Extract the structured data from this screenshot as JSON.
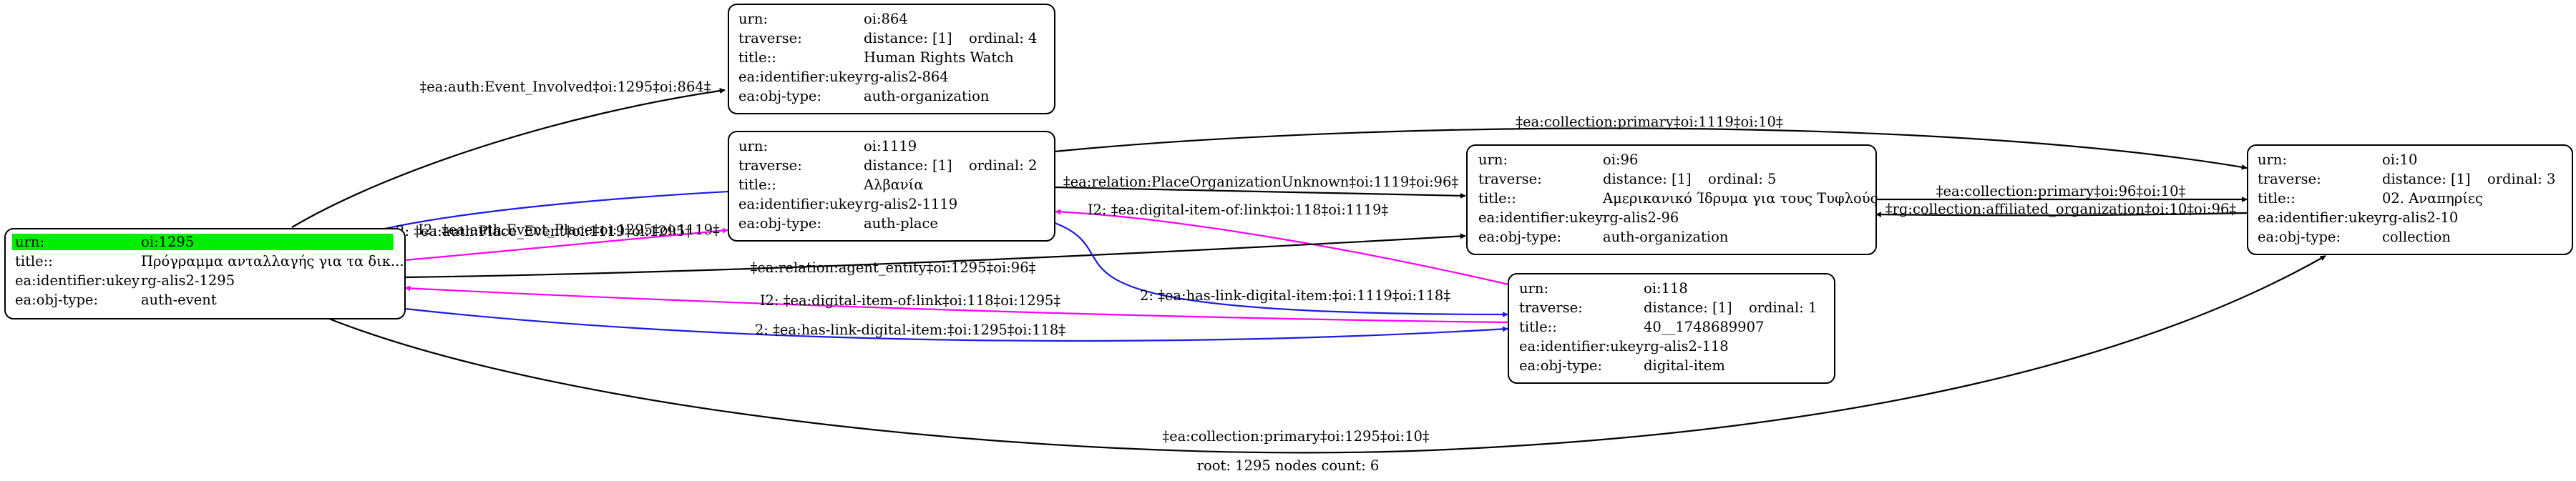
{
  "colors": {
    "black": "#000000",
    "blue": "#1a1ae6",
    "magenta": "#ff00ff",
    "highlight": "#00ee00"
  },
  "nodes": {
    "n1295": {
      "rows": [
        {
          "key": "urn:",
          "value": "oi:1295"
        },
        {
          "key": "title::",
          "value": "Πρόγραμμα ανταλλαγής για τα δικ..."
        },
        {
          "key": "ea:identifier:ukey",
          "value": "rg-alis2-1295"
        },
        {
          "key": "ea:obj-type:",
          "value": "auth-event"
        }
      ]
    },
    "n864": {
      "rows": [
        {
          "key": "urn:",
          "value": "oi:864"
        },
        {
          "key": "traverse:",
          "value": "distance: [1]",
          "extra": "ordinal: 4"
        },
        {
          "key": "title::",
          "value": "Human Rights Watch"
        },
        {
          "key": "ea:identifier:ukey",
          "value": "rg-alis2-864"
        },
        {
          "key": "ea:obj-type:",
          "value": "auth-organization"
        }
      ]
    },
    "n1119": {
      "rows": [
        {
          "key": "urn:",
          "value": "oi:1119"
        },
        {
          "key": "traverse:",
          "value": "distance: [1]",
          "extra": "ordinal: 2"
        },
        {
          "key": "title::",
          "value": "Αλβανία"
        },
        {
          "key": "ea:identifier:ukey",
          "value": "rg-alis2-1119"
        },
        {
          "key": "ea:obj-type:",
          "value": "auth-place"
        }
      ]
    },
    "n96": {
      "rows": [
        {
          "key": "urn:",
          "value": "oi:96"
        },
        {
          "key": "traverse:",
          "value": "distance: [1]",
          "extra": "ordinal: 5"
        },
        {
          "key": "title::",
          "value": "Αμερικανικό Ίδρυμα για τους Τυφλούς"
        },
        {
          "key": "ea:identifier:ukey",
          "value": "rg-alis2-96"
        },
        {
          "key": "ea:obj-type:",
          "value": "auth-organization"
        }
      ]
    },
    "n118": {
      "rows": [
        {
          "key": "urn:",
          "value": "oi:118"
        },
        {
          "key": "traverse:",
          "value": "distance: [1]",
          "extra": "ordinal: 1"
        },
        {
          "key": "title::",
          "value": "40__1748689907"
        },
        {
          "key": "ea:identifier:ukey",
          "value": "rg-alis2-118"
        },
        {
          "key": "ea:obj-type:",
          "value": "digital-item"
        }
      ]
    },
    "n10": {
      "rows": [
        {
          "key": "urn:",
          "value": "oi:10"
        },
        {
          "key": "traverse:",
          "value": "distance: [1]",
          "extra": "ordinal: 3"
        },
        {
          "key": "title::",
          "value": "02. Αναπηρίες"
        },
        {
          "key": "ea:identifier:ukey",
          "value": "rg-alis2-10"
        },
        {
          "key": "ea:obj-type:",
          "value": "collection"
        }
      ]
    }
  },
  "edges": {
    "e1": {
      "label": "‡ea:auth:Event_Involved‡oi:1295‡oi:864‡",
      "color": "black"
    },
    "e2": {
      "label": "2: ‡ea:auth:Place_Event‡oi:1119‡oi:1295‡",
      "color": "blue"
    },
    "e3": {
      "label": "I2: ‡ea:auth:Event_Place‡oi:1295‡oi:1119‡",
      "color": "magenta"
    },
    "e4": {
      "label": "‡ea:collection:primary‡oi:1119‡oi:10‡",
      "color": "black"
    },
    "e5": {
      "label": "‡ea:relation:PlaceOrganizationUnknown‡oi:1119‡oi:96‡",
      "color": "black"
    },
    "e6": {
      "label": "I2: ‡ea:digital-item-of:link‡oi:118‡oi:1119‡",
      "color": "magenta"
    },
    "e7": {
      "label": "‡ea:relation:agent_entity‡oi:1295‡oi:96‡",
      "color": "black"
    },
    "e8": {
      "label": "2: ‡ea:has-link-digital-item:‡oi:1119‡oi:118‡",
      "color": "blue"
    },
    "e9": {
      "label": "I2: ‡ea:digital-item-of:link‡oi:118‡oi:1295‡",
      "color": "magenta"
    },
    "e10": {
      "label": "2: ‡ea:has-link-digital-item:‡oi:1295‡oi:118‡",
      "color": "blue"
    },
    "e11": {
      "label": "‡ea:collection:primary‡oi:96‡oi:10‡",
      "color": "black"
    },
    "e12": {
      "label": "‡rg:collection:affiliated_organization‡oi:10‡oi:96‡",
      "color": "black"
    },
    "e13": {
      "label": "‡ea:collection:primary‡oi:1295‡oi:10‡",
      "color": "black"
    }
  },
  "footer": "root: 1295 nodes count: 6"
}
